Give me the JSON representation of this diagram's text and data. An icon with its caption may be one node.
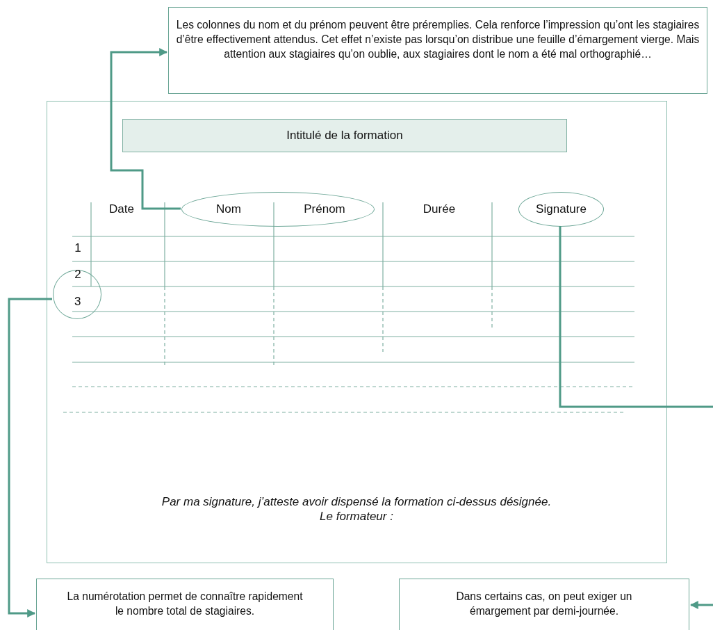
{
  "diagram": {
    "nodes": [
      {
        "text": [
          "Les colonnes du nom et du prénom peuvent être préremplies. Cela renforce l’impression qu’ont les stagiaires d’être effectivement attendus. Cet effet n’existe pas lorsqu’on distribue une feuille d’émargement vierge. Mais attention aux stagiaires qu’on oublie, aux stagiaires dont le nom a été mal orthographié…"
        ]
      },
      {
        "text": [],
        "shape": "box"
      },
      {
        "text": [
          "Intitulé de la formation"
        ],
        "in": 1
      },
      {
        "text": [
          "Nom",
          "Prénom"
        ],
        "in": 1
      },
      {
        "text": [
          "Signature"
        ],
        "in": 1
      },
      {
        "text": [
          "3"
        ],
        "in": 1
      },
      {
        "text": [
          "La numérotation permet de connaître rapidement le nombre total de stagiaires."
        ]
      },
      {
        "text": [
          "Dans certains cas, on peut exiger un émargement par demi-journée."
        ]
      }
    ],
    "edges": [
      {
        "from": 3,
        "to": 0,
        "arrow": "to"
      },
      {
        "from": 5,
        "to": 6,
        "arrow": "to"
      },
      {
        "from": 4,
        "to": 7,
        "arrow": "to"
      }
    ],
    "labels": [
      "Date",
      "Durée",
      "1",
      "2",
      "Par ma signature, j’atteste avoir dispensé la formation ci-dessus désignée.",
      "Le formateur :"
    ]
  }
}
